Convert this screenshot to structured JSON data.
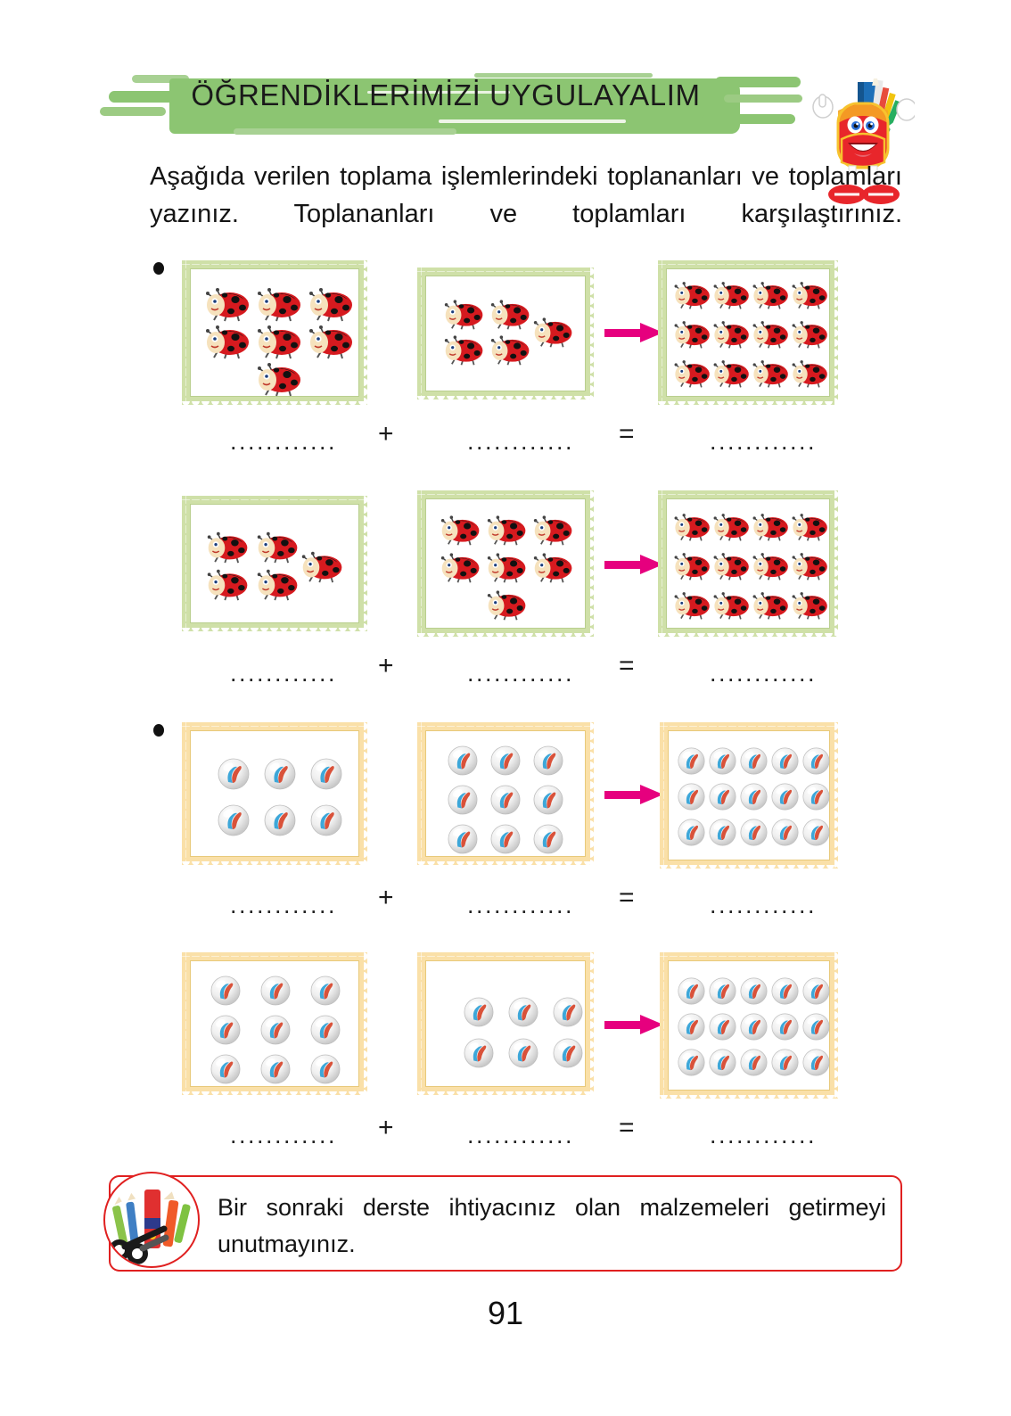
{
  "header": {
    "title": "ÖĞRENDİKLERİMİZİ UYGULAYALIM",
    "brush_color": "#8cc572",
    "mascot_name": "backpack-mascot"
  },
  "instruction": {
    "text": "Aşağıda verilen toplama işlemlerindeki toplananları ve toplamları yazınız. Toplananları ve toplamları karşılaştırınız."
  },
  "equation_symbols": {
    "plus": "+",
    "equals": "=",
    "blank": "............"
  },
  "exercises": [
    {
      "bullet": "•",
      "theme": "ladybug",
      "frame_color": "#cfe0a8",
      "rows": [
        {
          "addend1_count": 7,
          "addend2_count": 5,
          "sum_count": 12,
          "addend1_layout": "3-3-1",
          "addend2_layout": "2-2-offset1",
          "sum_layout": "4x3",
          "arrow_color": "#e6007e"
        },
        {
          "addend1_count": 5,
          "addend2_count": 7,
          "sum_count": 12,
          "addend1_layout": "2-2-offset1",
          "addend2_layout": "3-3-1",
          "sum_layout": "4x3",
          "arrow_color": "#e6007e"
        }
      ]
    },
    {
      "bullet": "•",
      "theme": "marble",
      "frame_color": "#fae0a8",
      "rows": [
        {
          "addend1_count": 6,
          "addend2_count": 9,
          "sum_count": 15,
          "addend1_layout": "3x2",
          "addend2_layout": "3x3",
          "sum_layout": "5x3",
          "arrow_color": "#e6007e"
        },
        {
          "addend1_count": 9,
          "addend2_count": 6,
          "sum_count": 15,
          "addend1_layout": "3x3",
          "addend2_layout": "3x2",
          "sum_layout": "5x3",
          "arrow_color": "#e6007e"
        }
      ]
    }
  ],
  "note": {
    "text": "Bir sonraki derste ihtiyacınız olan malzemeleri getirmeyi unutmayınız.",
    "border_color": "#e02020",
    "icon_name": "stationery-scissors-icon"
  },
  "page_number": "91"
}
